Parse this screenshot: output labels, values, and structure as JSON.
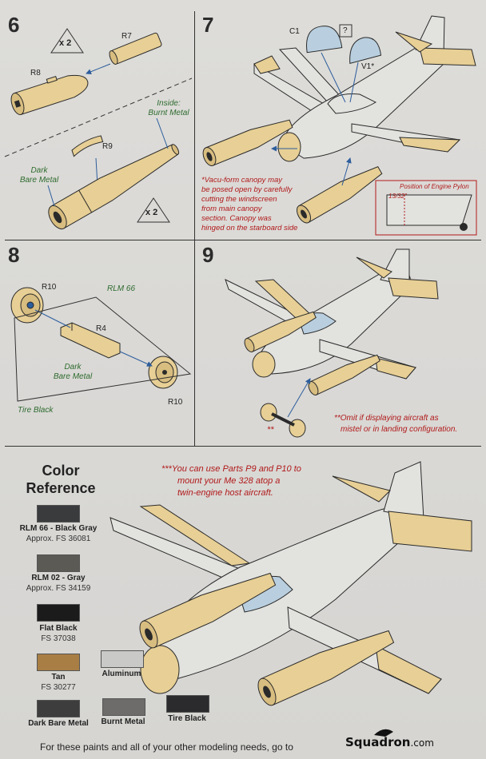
{
  "steps": {
    "s6": "6",
    "s7": "7",
    "s8": "8",
    "s9": "9"
  },
  "step6": {
    "qty_top": "x 2",
    "qty_bottom": "x 2",
    "r7": "R7",
    "r8": "R8",
    "r9": "R9",
    "inside_line1": "Inside:",
    "inside_line2": "Burnt Metal",
    "dark_line1": "Dark",
    "dark_line2": "Bare Metal"
  },
  "step7": {
    "c1": "C1",
    "question": "?",
    "v1": "V1*",
    "note": [
      "*Vacu-form canopy may",
      "be posed open by carefully",
      "cutting the windscreen",
      "from main canopy",
      "section. Canopy was",
      "hinged on the starboard side"
    ],
    "pylon_title": "Position of Engine Pylon",
    "pylon_measure": "13/32\""
  },
  "step8": {
    "r10_top": "R10",
    "r10_bottom": "R10",
    "r4": "R4",
    "rlm66": "RLM 66",
    "dark_line1": "Dark",
    "dark_line2": "Bare Metal",
    "tire": "Tire Black"
  },
  "step9": {
    "marker": "**",
    "omit_line1": "**Omit if displaying aircraft as",
    "omit_line2": "mistel or in landing configuration."
  },
  "final_note": {
    "line1": "***You can use Parts P9 and P10 to",
    "line2": "mount your Me 328 atop a",
    "line3": "twin-engine host aircraft."
  },
  "color_reference": {
    "title_line1": "Color",
    "title_line2": "Reference",
    "colors": [
      {
        "name": "RLM 66 - Black Gray",
        "fs": "Approx. FS 36081",
        "hex": "#3a3b3d"
      },
      {
        "name": "RLM 02 - Gray",
        "fs": "Approx. FS 34159",
        "hex": "#5b5a55"
      },
      {
        "name": "Flat Black",
        "fs": "FS 37038",
        "hex": "#1b1b1b"
      },
      {
        "name": "Tan",
        "fs": "FS 30277",
        "hex": "#a87e45"
      },
      {
        "name": "Aluminum",
        "fs": "",
        "hex": "#c9c9c7"
      },
      {
        "name": "Dark Bare Metal",
        "fs": "",
        "hex": "#3d3d3d"
      },
      {
        "name": "Burnt Metal",
        "fs": "",
        "hex": "#6d6c6a"
      },
      {
        "name": "Tire Black",
        "fs": "",
        "hex": "#2b2b2d"
      }
    ]
  },
  "footer": {
    "text": "For these paints and all of your other modeling needs, go to",
    "logo_main": "Squadron",
    "logo_suffix": ".com"
  },
  "palette": {
    "resin": "#e7cf95",
    "resin_edge": "#2a2a2a",
    "canopy": "#b9cfdf",
    "airframe": "#e2e2df"
  }
}
